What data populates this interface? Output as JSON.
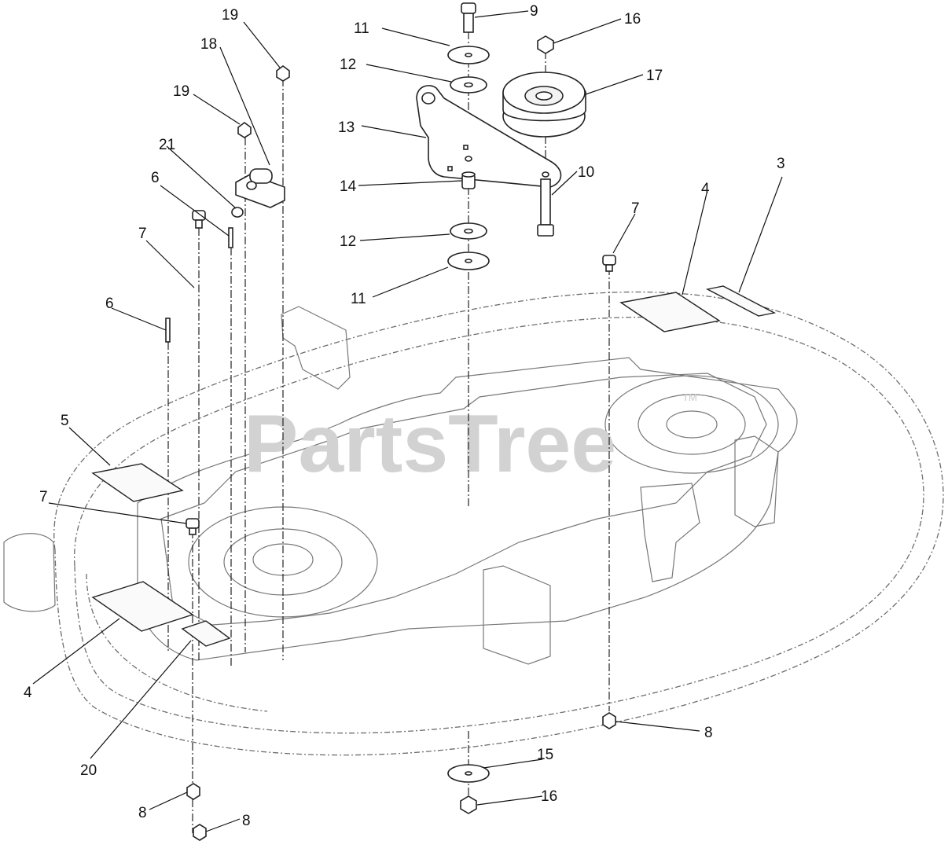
{
  "watermark": {
    "text": "PartsTree",
    "trademark": "TM"
  },
  "callouts": [
    {
      "id": "c-9",
      "text": "9"
    },
    {
      "id": "c-16-top",
      "text": "16"
    },
    {
      "id": "c-11-top",
      "text": "11"
    },
    {
      "id": "c-17",
      "text": "17"
    },
    {
      "id": "c-12-top",
      "text": "12"
    },
    {
      "id": "c-19-top",
      "text": "19"
    },
    {
      "id": "c-18",
      "text": "18"
    },
    {
      "id": "c-19-mid",
      "text": "19"
    },
    {
      "id": "c-13",
      "text": "13"
    },
    {
      "id": "c-21",
      "text": "21"
    },
    {
      "id": "c-10",
      "text": "10"
    },
    {
      "id": "c-3",
      "text": "3"
    },
    {
      "id": "c-6-top",
      "text": "6"
    },
    {
      "id": "c-14",
      "text": "14"
    },
    {
      "id": "c-4-right",
      "text": "4"
    },
    {
      "id": "c-7-right",
      "text": "7"
    },
    {
      "id": "c-7-top",
      "text": "7"
    },
    {
      "id": "c-12-mid",
      "text": "12"
    },
    {
      "id": "c-6-left",
      "text": "6"
    },
    {
      "id": "c-11-mid",
      "text": "11"
    },
    {
      "id": "c-5",
      "text": "5"
    },
    {
      "id": "c-7-left",
      "text": "7"
    },
    {
      "id": "c-4-left",
      "text": "4"
    },
    {
      "id": "c-20",
      "text": "20"
    },
    {
      "id": "c-8-right",
      "text": "8"
    },
    {
      "id": "c-15",
      "text": "15"
    },
    {
      "id": "c-16-bottom",
      "text": "16"
    },
    {
      "id": "c-8-left",
      "text": "8"
    },
    {
      "id": "c-8-bottom",
      "text": "8"
    }
  ]
}
